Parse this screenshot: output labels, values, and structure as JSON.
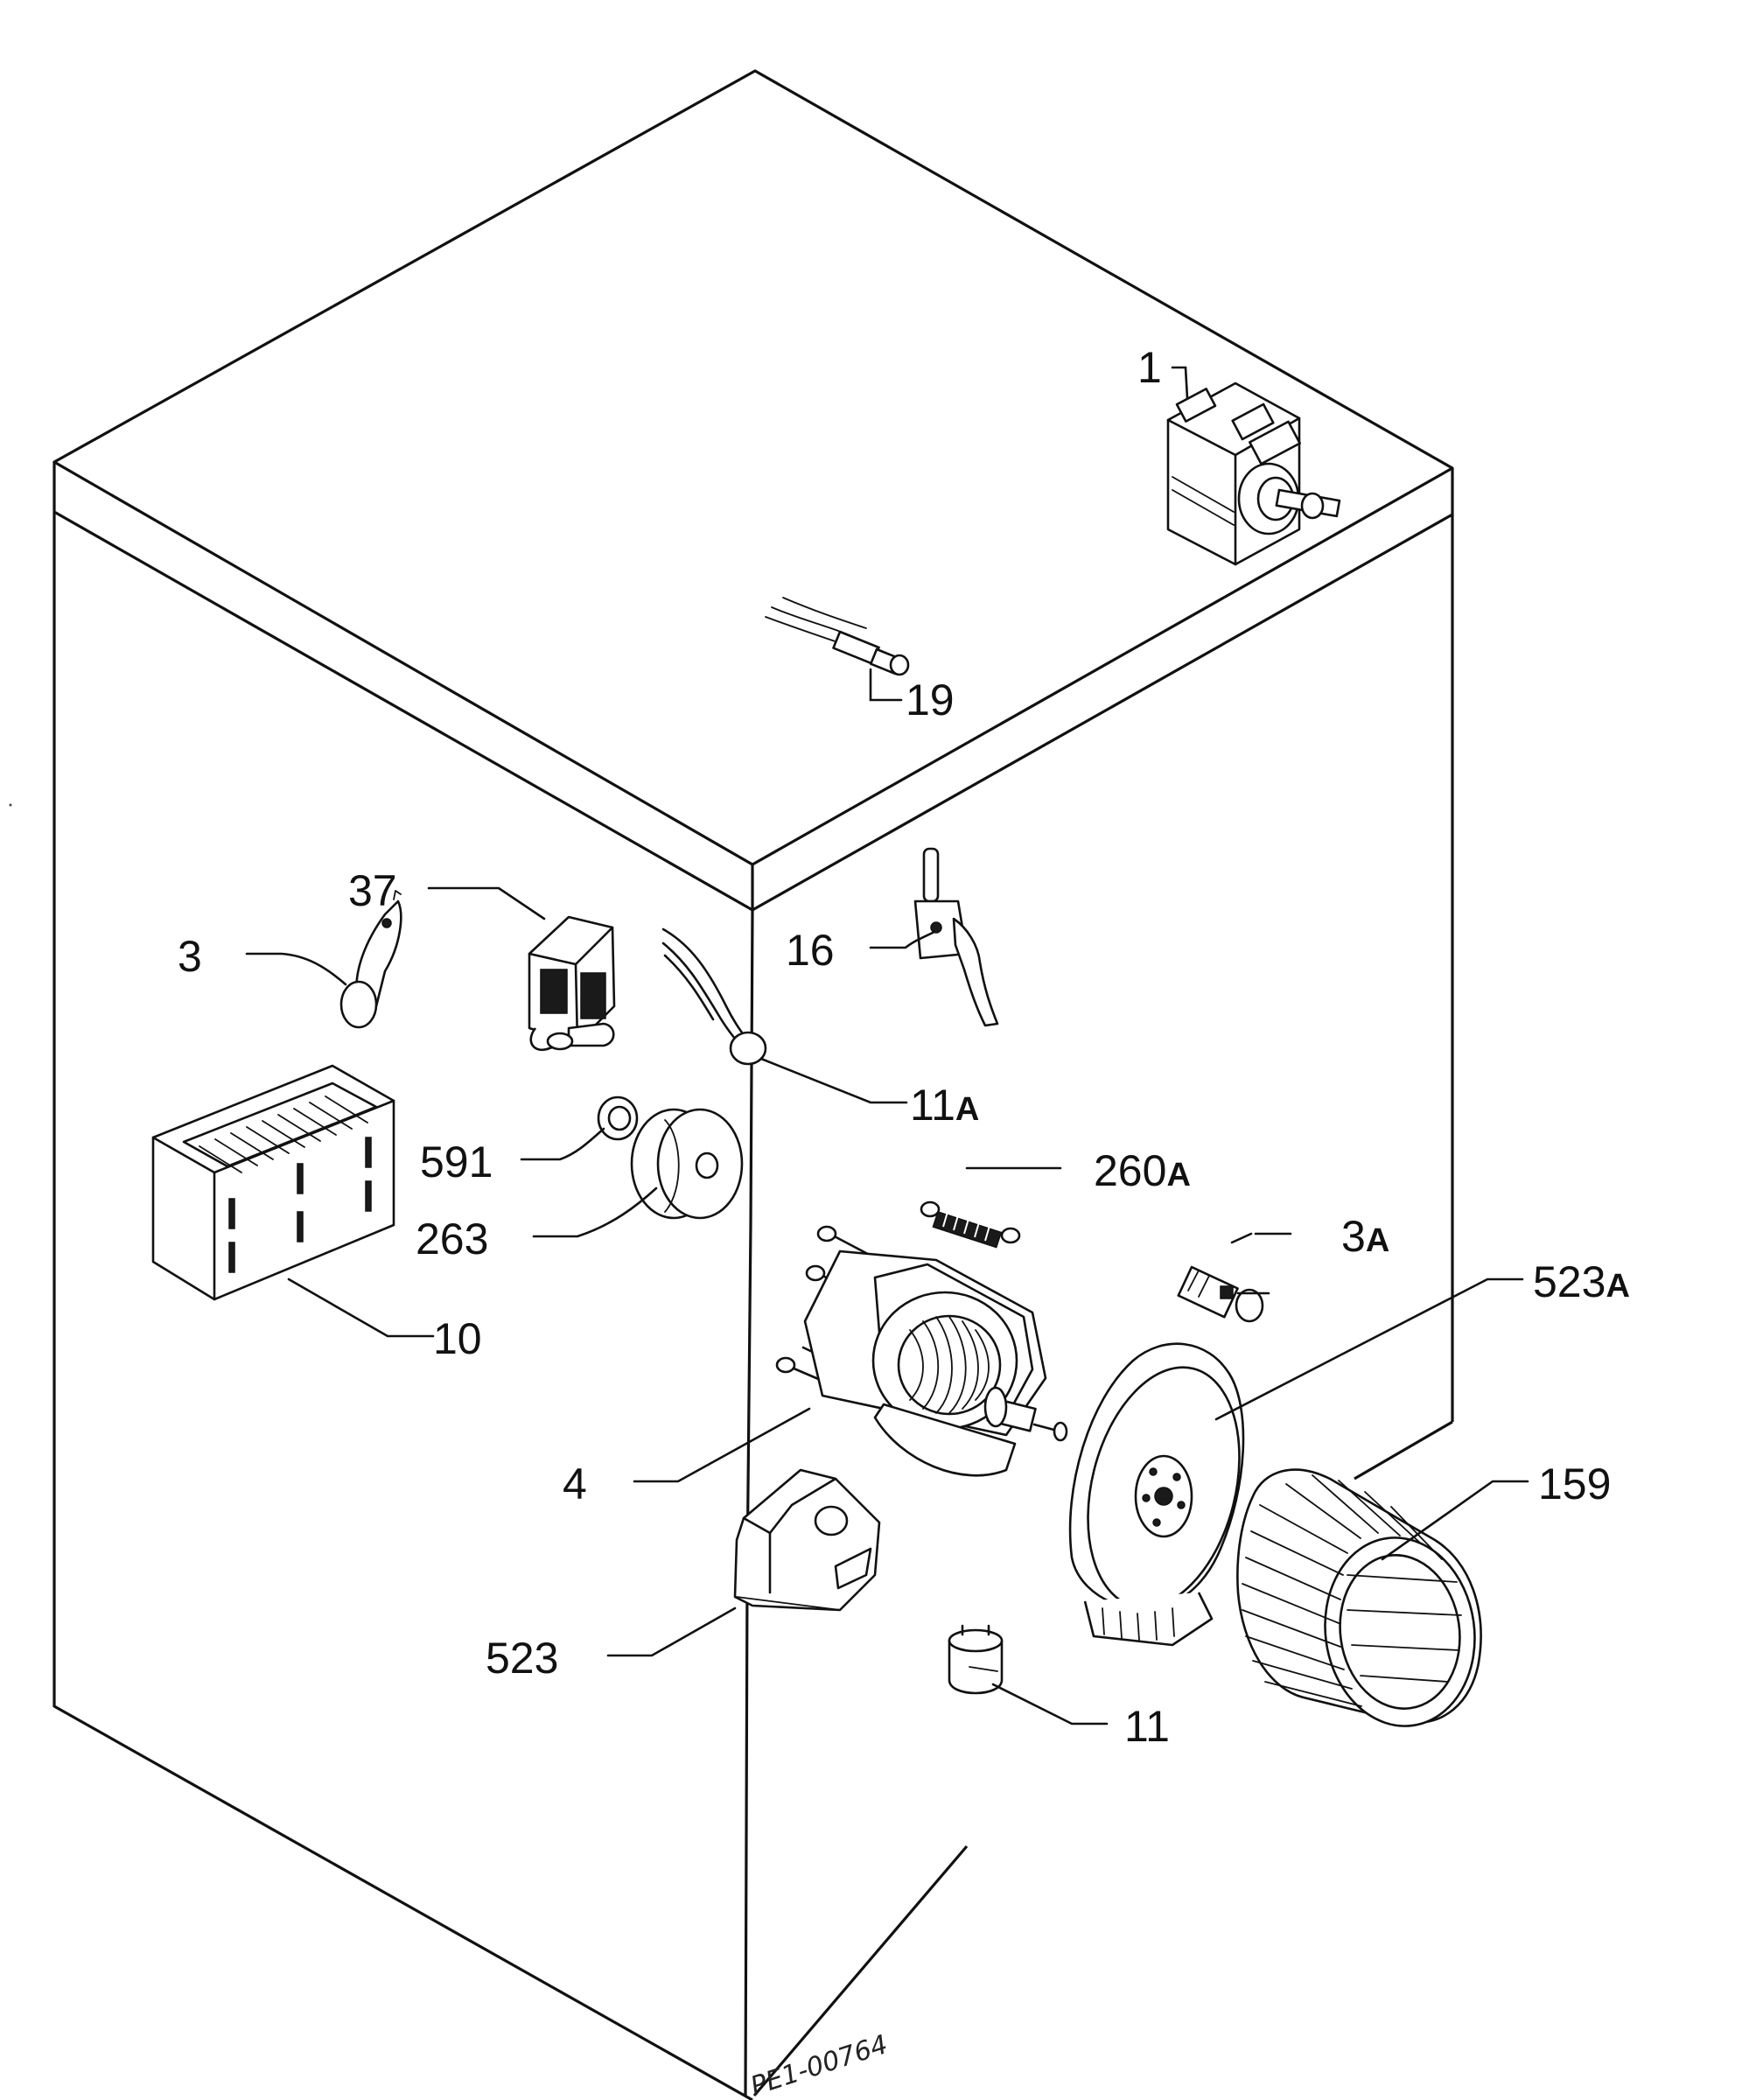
{
  "labels": {
    "p1": {
      "num": "1",
      "suffix": ""
    },
    "p19": {
      "num": "19",
      "suffix": ""
    },
    "p37": {
      "num": "37",
      "suffix": ""
    },
    "p3": {
      "num": "3",
      "suffix": ""
    },
    "p16": {
      "num": "16",
      "suffix": ""
    },
    "p11a": {
      "num": "11",
      "suffix": "A"
    },
    "p591": {
      "num": "591",
      "suffix": ""
    },
    "p263": {
      "num": "263",
      "suffix": ""
    },
    "p260a": {
      "num": "260",
      "suffix": "A"
    },
    "p3a": {
      "num": "3",
      "suffix": "A"
    },
    "p523a": {
      "num": "523",
      "suffix": "A"
    },
    "p10": {
      "num": "10",
      "suffix": ""
    },
    "p4": {
      "num": "4",
      "suffix": ""
    },
    "p159": {
      "num": "159",
      "suffix": ""
    },
    "p523": {
      "num": "523",
      "suffix": ""
    },
    "p11": {
      "num": "11",
      "suffix": ""
    }
  },
  "drawing_ref": "PE1-00764"
}
